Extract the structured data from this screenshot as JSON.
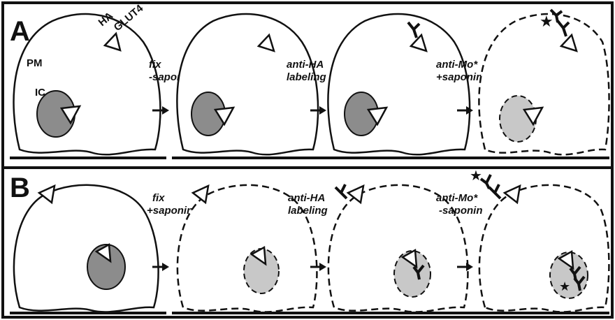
{
  "colors": {
    "frame": "#111111",
    "ic_dark": "#8c8c8c",
    "ic_light": "#c8c8c8",
    "line": "#111111",
    "white": "#ffffff"
  },
  "panel_a": {
    "letter": "A",
    "labels": {
      "ha": "HA",
      "glut4": "GLUT4",
      "pm": "PM",
      "ic": "IC"
    },
    "steps": [
      {
        "line1": "fix",
        "line2": "-saponin"
      },
      {
        "line1": "anti-HA",
        "line2": "labeling"
      },
      {
        "line1": "anti-Mo*",
        "line2": "+saponin"
      }
    ]
  },
  "panel_b": {
    "letter": "B",
    "steps": [
      {
        "line1": "fix",
        "line2": "+saponin"
      },
      {
        "line1": "anti-HA",
        "line2": "labeling"
      },
      {
        "line1": "anti-Mo*",
        "line2": "-saponin"
      }
    ]
  },
  "icons": {
    "arrow": "right-arrow-icon",
    "glut4_triangle": "triangle-marker-icon",
    "antibody": "y-antibody-icon",
    "star": "star-label-icon"
  }
}
